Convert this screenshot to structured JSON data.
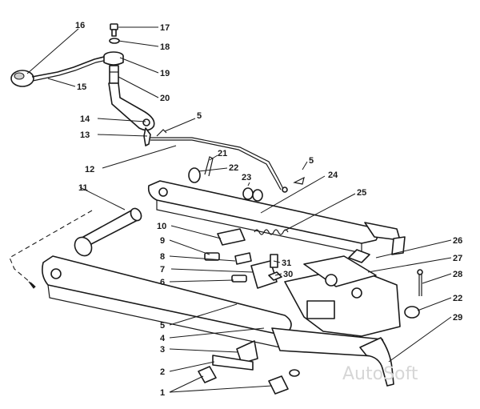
{
  "callouts": [
    {
      "id": "c16",
      "label": "16"
    },
    {
      "id": "c17",
      "label": "17"
    },
    {
      "id": "c18",
      "label": "18"
    },
    {
      "id": "c19",
      "label": "19"
    },
    {
      "id": "c20",
      "label": "20"
    },
    {
      "id": "c15",
      "label": "15"
    },
    {
      "id": "c14",
      "label": "14"
    },
    {
      "id": "c13",
      "label": "13"
    },
    {
      "id": "c5a",
      "label": "5"
    },
    {
      "id": "c12",
      "label": "12"
    },
    {
      "id": "c21",
      "label": "21"
    },
    {
      "id": "c22a",
      "label": "22"
    },
    {
      "id": "c23",
      "label": "23"
    },
    {
      "id": "c5b",
      "label": "5"
    },
    {
      "id": "c24",
      "label": "24"
    },
    {
      "id": "c11",
      "label": "11"
    },
    {
      "id": "c25",
      "label": "25"
    },
    {
      "id": "c10",
      "label": "10"
    },
    {
      "id": "c9",
      "label": "9"
    },
    {
      "id": "c8",
      "label": "8"
    },
    {
      "id": "c31",
      "label": "31"
    },
    {
      "id": "c26",
      "label": "26"
    },
    {
      "id": "c27",
      "label": "27"
    },
    {
      "id": "c7",
      "label": "7"
    },
    {
      "id": "c30",
      "label": "30"
    },
    {
      "id": "c28",
      "label": "28"
    },
    {
      "id": "c6",
      "label": "6"
    },
    {
      "id": "c22b",
      "label": "22"
    },
    {
      "id": "c5c",
      "label": "5"
    },
    {
      "id": "c4",
      "label": "4"
    },
    {
      "id": "c29",
      "label": "29"
    },
    {
      "id": "c3",
      "label": "3"
    },
    {
      "id": "c2",
      "label": "2"
    },
    {
      "id": "c1",
      "label": "1"
    }
  ],
  "watermark": "AutoSoft"
}
